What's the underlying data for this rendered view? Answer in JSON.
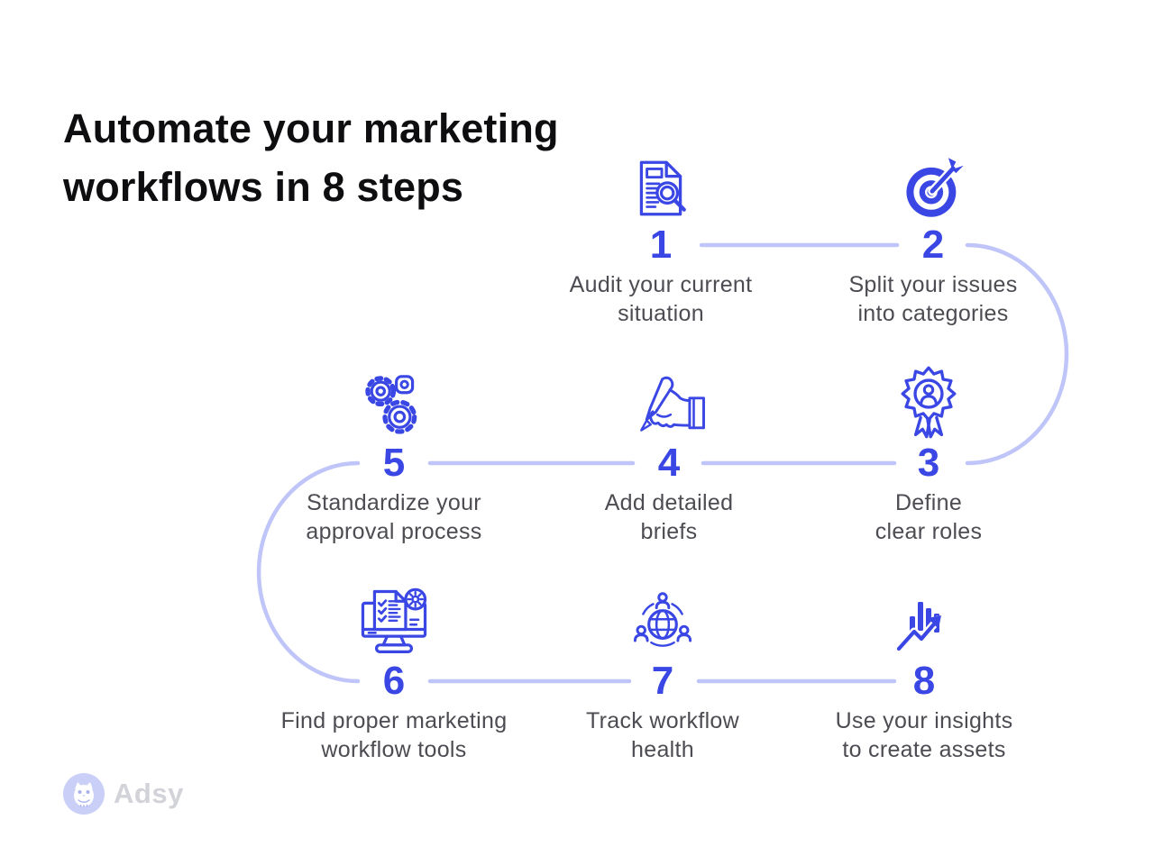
{
  "title": {
    "line1": "Automate your marketing",
    "line2": "workflows in 8 steps"
  },
  "colors": {
    "accent": "#3a47e4",
    "connector": "#bfc5f8",
    "caption": "#4c4c52",
    "title": "#0e0e10",
    "logo_circle": "#c9cff7",
    "logo_text": "#d2d3d8",
    "logo_detail": "#a9b2ef"
  },
  "steps": [
    {
      "number": "1",
      "line1": "Audit your current",
      "line2": "situation",
      "icon": "document-magnifier-icon"
    },
    {
      "number": "2",
      "line1": "Split your issues",
      "line2": "into categories",
      "icon": "target-dart-icon"
    },
    {
      "number": "3",
      "line1": "Define",
      "line2": "clear roles",
      "icon": "award-badge-person-icon"
    },
    {
      "number": "4",
      "line1": "Add detailed",
      "line2": "briefs",
      "icon": "writing-hand-icon"
    },
    {
      "number": "5",
      "line1": "Standardize your",
      "line2": "approval process",
      "icon": "gears-icon"
    },
    {
      "number": "6",
      "line1": "Find proper marketing",
      "line2": "workflow tools",
      "icon": "monitor-checklist-icon"
    },
    {
      "number": "7",
      "line1": "Track workflow",
      "line2": "health",
      "icon": "globe-people-icon"
    },
    {
      "number": "8",
      "line1": "Use your insights",
      "line2": "to create assets",
      "icon": "growth-chart-arrow-icon"
    }
  ],
  "logo": {
    "text": "Adsy"
  }
}
